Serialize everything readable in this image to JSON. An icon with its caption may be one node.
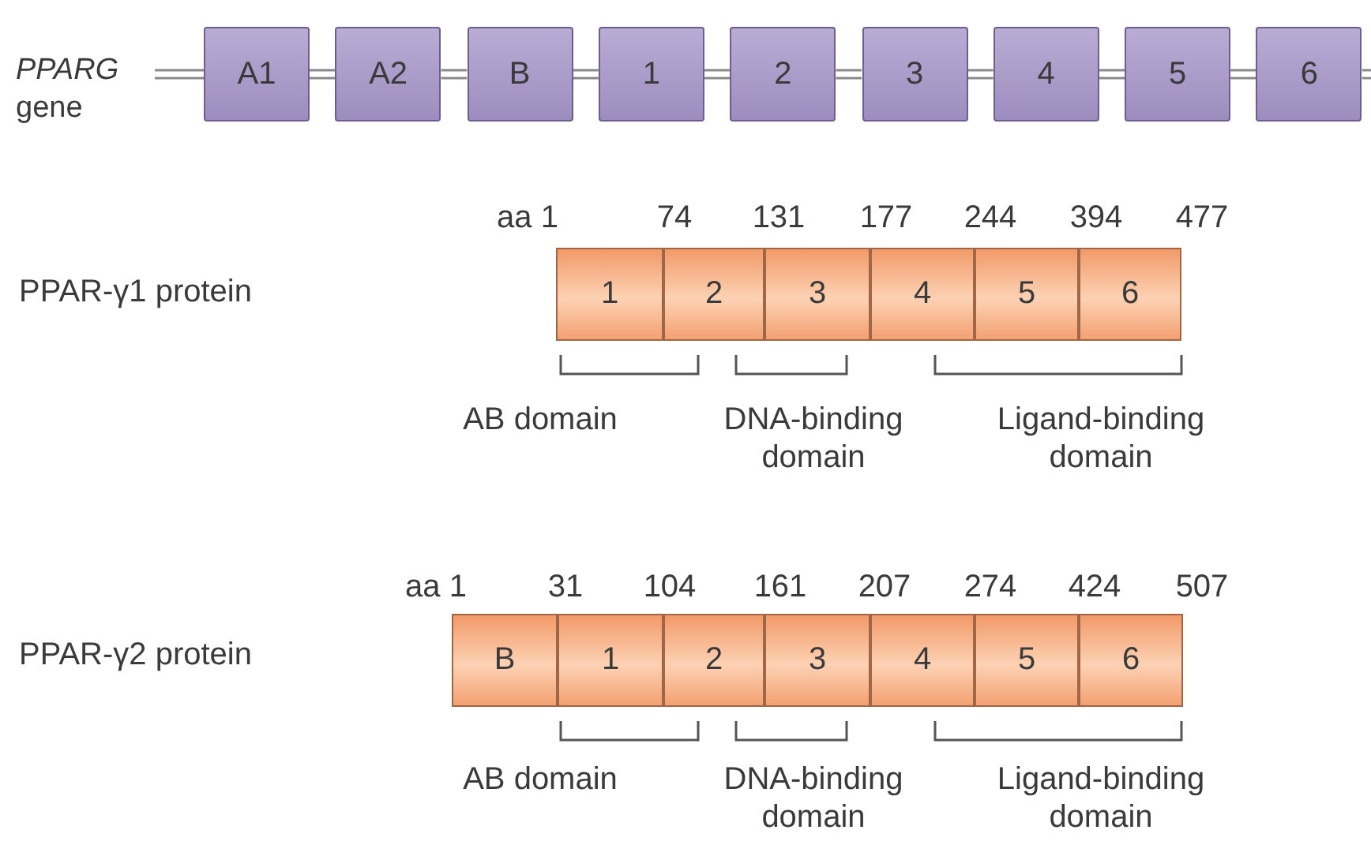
{
  "diagram": {
    "nodes": [
      {
        "text": [
          "*PPARG* gene"
        ]
      },
      {
        "text": [
          "A1"
        ]
      },
      {
        "text": [
          "A2"
        ]
      },
      {
        "text": [
          "B"
        ]
      },
      {
        "text": [
          "1"
        ]
      },
      {
        "text": [
          "2"
        ]
      },
      {
        "text": [
          "3"
        ]
      },
      {
        "text": [
          "4"
        ]
      },
      {
        "text": [
          "5"
        ]
      },
      {
        "text": [
          "6"
        ]
      },
      {
        "text": [
          "1"
        ]
      },
      {
        "text": [
          "2"
        ]
      },
      {
        "text": [
          "3"
        ]
      },
      {
        "text": [
          "4"
        ]
      },
      {
        "text": [
          "5"
        ]
      },
      {
        "text": [
          "6"
        ]
      },
      {
        "text": [
          "B"
        ]
      },
      {
        "text": [
          "1"
        ]
      },
      {
        "text": [
          "2"
        ]
      },
      {
        "text": [
          "3"
        ]
      },
      {
        "text": [
          "4"
        ]
      },
      {
        "text": [
          "5"
        ]
      },
      {
        "text": [
          "6"
        ]
      }
    ],
    "edges": [
      {
        "from": 0,
        "to": 1,
        "arrow": "none"
      },
      {
        "from": 1,
        "to": 2,
        "arrow": "none"
      },
      {
        "from": 2,
        "to": 3,
        "arrow": "none"
      },
      {
        "from": 3,
        "to": 4,
        "arrow": "none"
      },
      {
        "from": 4,
        "to": 5,
        "arrow": "none"
      },
      {
        "from": 5,
        "to": 6,
        "arrow": "none"
      },
      {
        "from": 6,
        "to": 7,
        "arrow": "none"
      },
      {
        "from": 7,
        "to": 8,
        "arrow": "none"
      },
      {
        "from": 8,
        "to": 9,
        "arrow": "none"
      },
      {
        "from": 9,
        "to": null,
        "arrow": "none"
      }
    ],
    "labels": [
      "aa 1",
      "74",
      "131",
      "177",
      "244",
      "394",
      "477",
      "PPAR-γ1 protein",
      "AB domain",
      "DNA-binding domain",
      "Ligand-binding domain",
      "aa 1",
      "31",
      "104",
      "161",
      "207",
      "274",
      "424",
      "507",
      "PPAR-γ2 protein",
      "AB domain",
      "DNA-binding domain",
      "Ligand-binding domain"
    ]
  }
}
